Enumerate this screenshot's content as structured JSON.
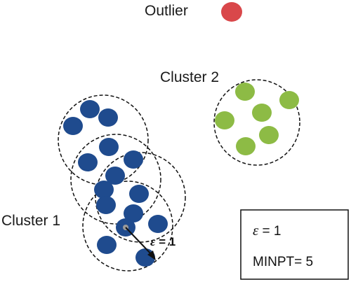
{
  "labels": {
    "outlier": "Outlier",
    "cluster2": "Cluster 2",
    "cluster1": "Cluster 1",
    "radius_symbol": "ε",
    "radius_value": " = 1"
  },
  "legend": {
    "epsilon_symbol": "ε",
    "epsilon_value": " = 1",
    "minpt": "MINPT= 5"
  },
  "colors": {
    "outlier": "#d9474a",
    "cluster1_points": "#1f4b8e",
    "cluster2_points": "#8dbb45",
    "core_point": "#9a9a9a",
    "neighborhood_circle": "#111111"
  }
}
